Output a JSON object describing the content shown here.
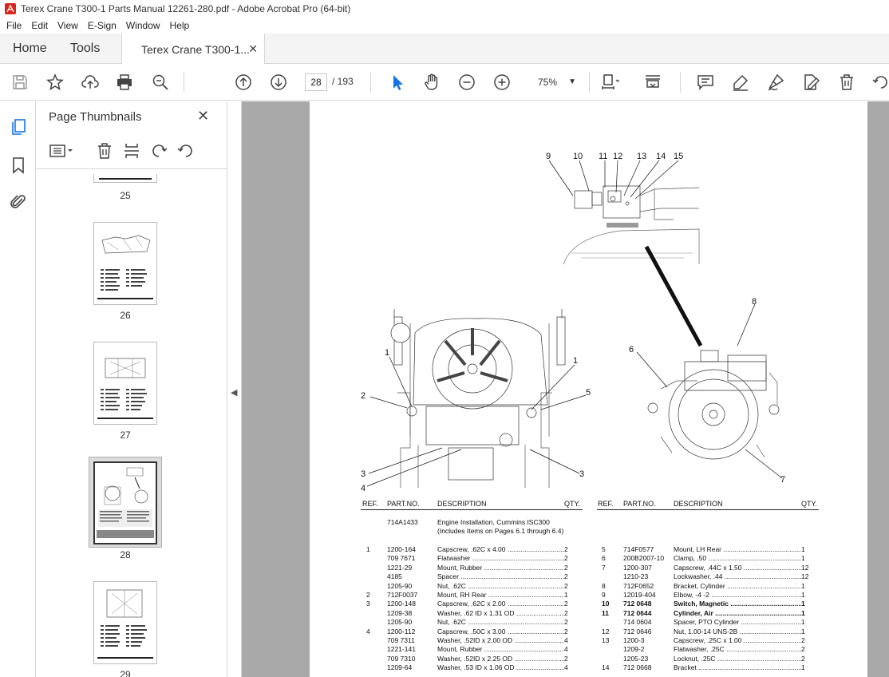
{
  "window": {
    "title": "Terex Crane T300-1 Parts Manual 12261-280.pdf - Adobe Acrobat Pro (64-bit)"
  },
  "menu": [
    "File",
    "Edit",
    "View",
    "E-Sign",
    "Window",
    "Help"
  ],
  "tabs": {
    "home": "Home",
    "tools": "Tools",
    "document": "Terex Crane T300-1..."
  },
  "toolbar": {
    "page_current": "28",
    "page_total": "/  193",
    "zoom": "75%"
  },
  "panel": {
    "title": "Page Thumbnails",
    "thumbs": [
      "25",
      "26",
      "27",
      "28",
      "29"
    ],
    "selected": "28"
  },
  "colors": {
    "accent": "#1473e6",
    "tab_bg": "#f4f4f4",
    "doc_bg": "#a9a9a9"
  },
  "diagram": {
    "callouts_top": [
      "9",
      "10",
      "11",
      "12",
      "13",
      "14",
      "15"
    ],
    "callouts_left": [
      "1",
      "2",
      "1",
      "5",
      "3",
      "4",
      "3"
    ],
    "callouts_right": [
      "8",
      "6",
      "7"
    ]
  },
  "parts": {
    "headers": {
      "ref": "REF.",
      "part": "PART.NO.",
      "desc": "DESCRIPTION",
      "qty": "QTY."
    },
    "assembly": {
      "part": "714A1433",
      "desc1": "Engine Installation, Cummins ISC300",
      "desc2": "(Includes Items on Pages 6.1 through 6.4)"
    },
    "left": [
      {
        "ref": "1",
        "part": "1200-164",
        "desc": "Capscrew, .62C x 4.00",
        "qty": "2",
        "bold": false
      },
      {
        "ref": "",
        "part": "709 7671",
        "desc": "Flatwasher",
        "qty": "2",
        "bold": false
      },
      {
        "ref": "",
        "part": "1221-29",
        "desc": "Mount, Rubber",
        "qty": "2",
        "bold": false
      },
      {
        "ref": "",
        "part": "4185",
        "desc": "Spacer",
        "qty": "2",
        "bold": false
      },
      {
        "ref": "",
        "part": "1205-90",
        "desc": "Nut, .62C",
        "qty": "2",
        "bold": false
      },
      {
        "ref": "2",
        "part": "712F0037",
        "desc": "Mount, RH Rear",
        "qty": "1",
        "bold": false
      },
      {
        "ref": "3",
        "part": "1200-148",
        "desc": "Capscrew, .62C x 2.00",
        "qty": "2",
        "bold": false
      },
      {
        "ref": "",
        "part": "1209-38",
        "desc": "Washer, .62 ID x 1.31 OD",
        "qty": "2",
        "bold": false
      },
      {
        "ref": "",
        "part": "1205-90",
        "desc": "Nut, .62C",
        "qty": "2",
        "bold": false
      },
      {
        "ref": "4",
        "part": "1200-112",
        "desc": "Capscrew, .50C x 3.00",
        "qty": "2",
        "bold": false
      },
      {
        "ref": "",
        "part": "709 7311",
        "desc": "Washer, .52ID x 2.00 OD",
        "qty": "4",
        "bold": false
      },
      {
        "ref": "",
        "part": "1221-141",
        "desc": "Mount, Rubber",
        "qty": "4",
        "bold": false
      },
      {
        "ref": "",
        "part": "709 7310",
        "desc": "Washer, .52ID x 2.25 OD",
        "qty": "2",
        "bold": false
      },
      {
        "ref": "",
        "part": "1209-64",
        "desc": "Washer, .53 ID x 1.06 OD",
        "qty": "4",
        "bold": false
      }
    ],
    "right": [
      {
        "ref": "5",
        "part": "714F0577",
        "desc": "Mount, LH Rear",
        "qty": "1",
        "bold": false
      },
      {
        "ref": "6",
        "part": "200B2007-10",
        "desc": "Clamp, .50",
        "qty": "1",
        "bold": false
      },
      {
        "ref": "7",
        "part": "1200-307",
        "desc": "Capscrew, .44C x 1.50",
        "qty": "12",
        "bold": false
      },
      {
        "ref": "",
        "part": "1210-23",
        "desc": "Lockwasher, .44",
        "qty": "12",
        "bold": false
      },
      {
        "ref": "8",
        "part": "712F0652",
        "desc": "Bracket, Cylinder",
        "qty": "1",
        "bold": false
      },
      {
        "ref": "9",
        "part": "12019-404",
        "desc": "Elbow, -4 -2",
        "qty": "1",
        "bold": false
      },
      {
        "ref": "10",
        "part": "712 0648",
        "desc": "Switch, Magnetic",
        "qty": "1",
        "bold": true
      },
      {
        "ref": "11",
        "part": "712 0644",
        "desc": "Cylinder, Air",
        "qty": "1",
        "bold": true
      },
      {
        "ref": "",
        "part": "714 0604",
        "desc": "Spacer, PTO Cylinder",
        "qty": "1",
        "bold": false
      },
      {
        "ref": "12",
        "part": "712 0646",
        "desc": "Nut, 1.00-14 UNS-2B",
        "qty": "1",
        "bold": false
      },
      {
        "ref": "13",
        "part": "1200-3",
        "desc": "Capscrew, .25C x 1.00",
        "qty": "2",
        "bold": false
      },
      {
        "ref": "",
        "part": "1209-2",
        "desc": "Flatwasher, .25C",
        "qty": "2",
        "bold": false
      },
      {
        "ref": "",
        "part": "1205-23",
        "desc": "Locknut, .25C",
        "qty": "2",
        "bold": false
      },
      {
        "ref": "14",
        "part": "712 0668",
        "desc": "Bracket",
        "qty": "1",
        "bold": false
      }
    ]
  }
}
